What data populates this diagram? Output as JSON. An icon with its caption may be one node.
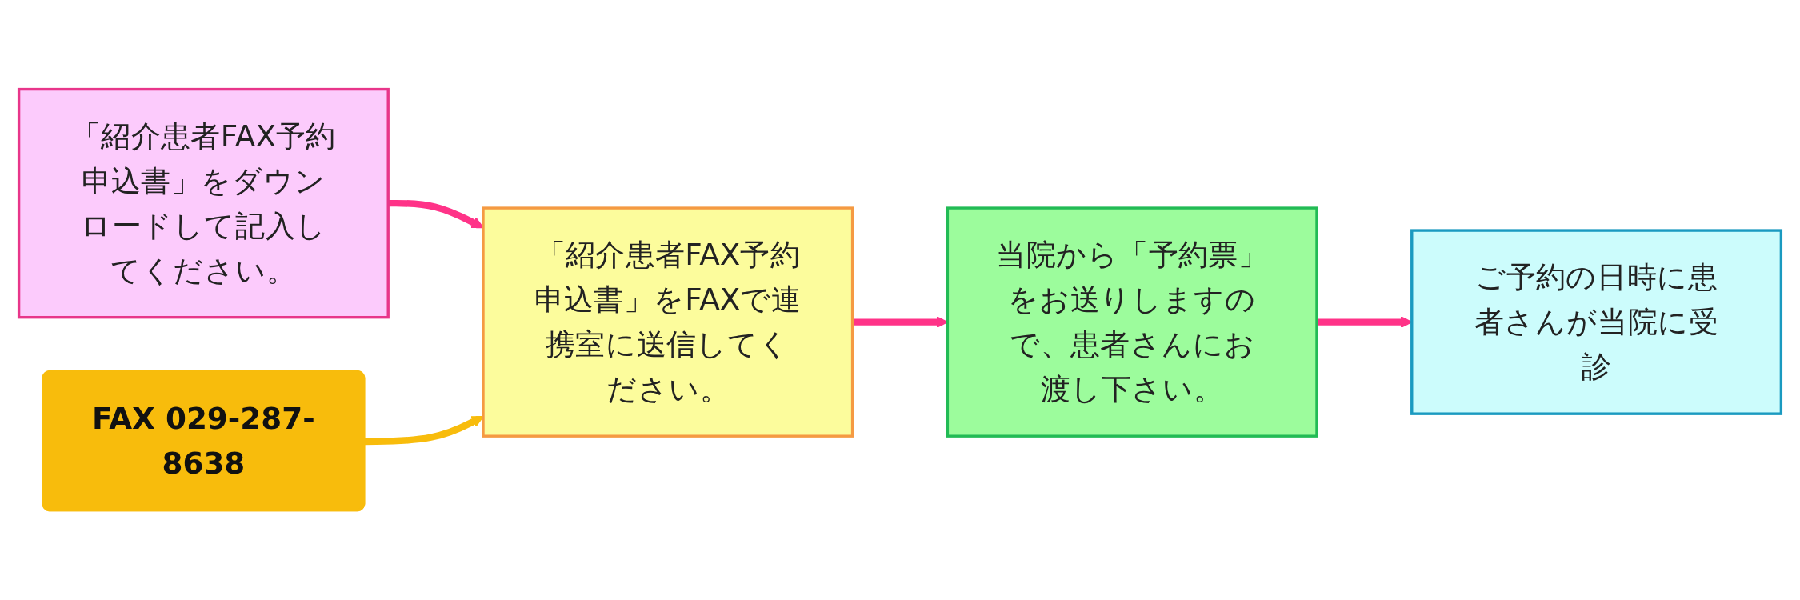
{
  "diagram": {
    "nodes": [
      {
        "text": [
          "「紹介患者FAX予約申込書」をダウンロードして記入してください。"
        ]
      },
      {
        "text": [
          "「紹介患者FAX予約申込書」をFAXで連携室に送信してください。"
        ]
      },
      {
        "text": [
          "当院から「予約票」をお送りしますので、患者さんにお渡し下さい。"
        ]
      },
      {
        "text": [
          "ご予約の日時に患者さんが当院に受診"
        ]
      },
      {
        "text": [
          "FAX 029-287-8638"
        ]
      }
    ],
    "edges": [
      {
        "from": 0,
        "to": 1,
        "arrow": "to"
      },
      {
        "from": 1,
        "to": 2,
        "arrow": "to"
      },
      {
        "from": 2,
        "to": 3,
        "arrow": "to"
      },
      {
        "from": 4,
        "to": 1,
        "arrow": "to",
        "color": "#f8bc0c"
      }
    ]
  }
}
